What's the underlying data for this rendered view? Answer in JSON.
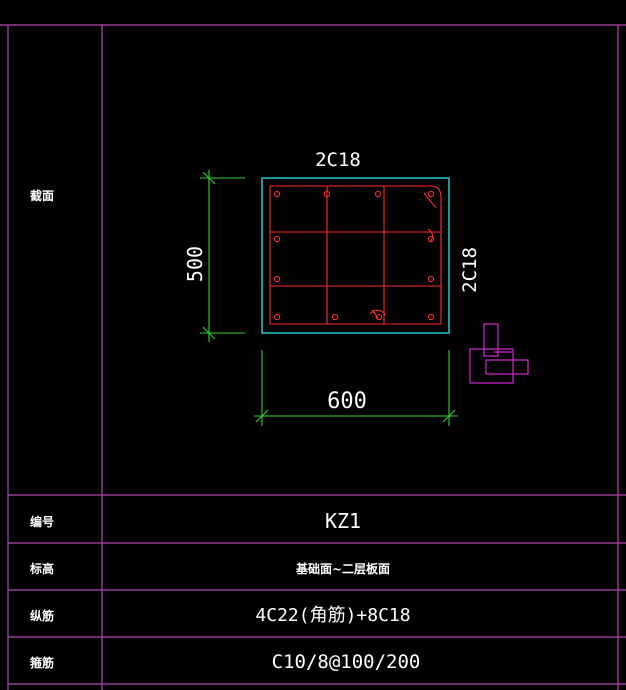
{
  "colors": {
    "background": "#000000",
    "frame": "#b347b3",
    "text": "#ffffff",
    "dimension": "#2fd12f",
    "outline": "#27d6d6",
    "rebar": "#ff2a2a",
    "detail": "#d22ad2"
  },
  "section": {
    "label": "截面",
    "top_rebar": "2C18",
    "side_rebar": "2C18",
    "height_dim": "500",
    "width_dim": "600"
  },
  "rows": [
    {
      "label": "编号",
      "value": "KZ1"
    },
    {
      "label": "标高",
      "value": "基础面~二层板面"
    },
    {
      "label": "纵筋",
      "value": "4C22(角筋)+8C18"
    },
    {
      "label": "箍筋",
      "value": "C10/8@100/200"
    }
  ]
}
